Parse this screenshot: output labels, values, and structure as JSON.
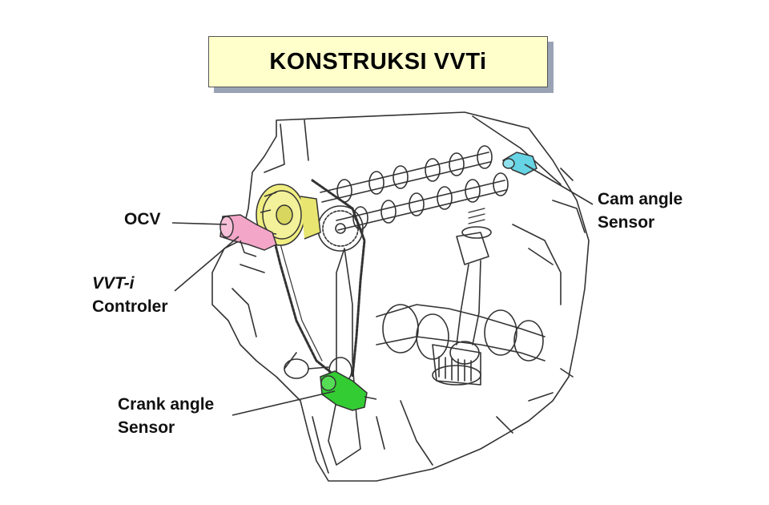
{
  "title": "KONSTRUKSI VVTi",
  "labels": {
    "ocv": "OCV",
    "vvti_line1": "VVT-i",
    "vvti_line2": "Controler",
    "cam_line1": "Cam angle",
    "cam_line2": "Sensor",
    "crank_line1": "Crank angle",
    "crank_line2": "Sensor"
  },
  "colors": {
    "title_fill": "#ffffcc",
    "vvt_controller": "#f0ee80",
    "ocv": "#f4a6c8",
    "cam_sensor": "#66d4e4",
    "crank_sensor": "#33cc33",
    "line_art": "#333333"
  }
}
